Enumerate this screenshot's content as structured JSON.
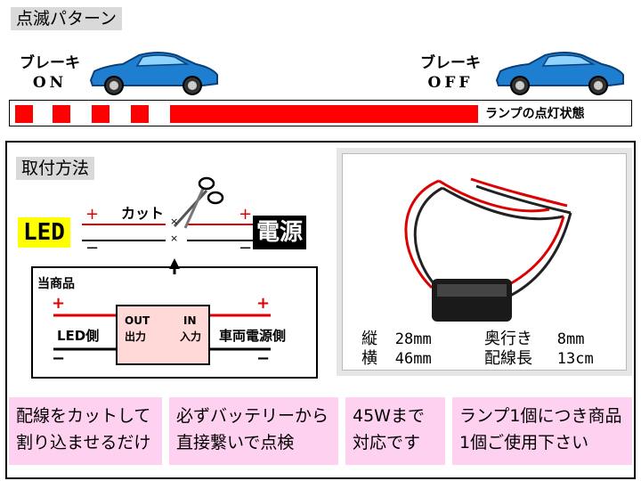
{
  "pattern": {
    "title": "点滅パターン",
    "brake_on_line1": "ブレーキ",
    "brake_on_line2": "ON",
    "brake_off_line1": "ブレーキ",
    "brake_off_line2": "OFF",
    "lamp_state": "ランプの点灯状態",
    "red": "#ff0000"
  },
  "install": {
    "title": "取付方法",
    "led": "LED",
    "cut": "カット",
    "power": "電源",
    "plus": "+",
    "minus": "−",
    "product_label": "当商品",
    "led_side": "LED側",
    "vehicle_side": "車両電源側",
    "out_top": "OUT",
    "out_bottom": "出力",
    "in_top": "IN",
    "in_bottom": "入力",
    "cross": "×"
  },
  "specs": {
    "height_label": "縦",
    "height_value": "28mm",
    "width_label": "横",
    "width_value": "46mm",
    "depth_label": "奥行き",
    "depth_value": "8mm",
    "wire_label": "配線長",
    "wire_value": "13cm"
  },
  "features": [
    {
      "line1": "配線をカットして",
      "line2": "割り込ませるだけ"
    },
    {
      "line1": "必ずバッテリーから",
      "line2": "直接繋いで点検"
    },
    {
      "line1": "45Wまで",
      "line2": "対応です"
    },
    {
      "line1": "ランプ1個につき商品",
      "line2": "1個ご使用下さい"
    }
  ]
}
